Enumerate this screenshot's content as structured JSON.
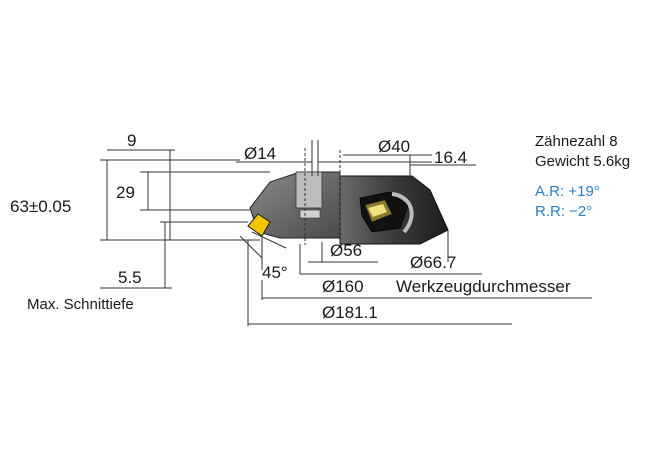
{
  "dimensions": {
    "d9": "9",
    "d29": "29",
    "d63": "63±0.05",
    "d5_5": "5.5",
    "max_depth_label": "Max. Schnittiefe",
    "dia14": "Ø14",
    "dia40": "Ø40",
    "d16_4": "16.4",
    "dia56": "Ø56",
    "dia66_7": "Ø66.7",
    "dia160": "Ø160",
    "tool_diameter_label": "Werkzeugdurchmesser",
    "dia181_1": "Ø181.1",
    "angle45": "45°"
  },
  "specs": {
    "teeth": "Zähnezahl 8",
    "weight": "Gewicht 5.6kg",
    "axial_rake": "A.R: +19°",
    "radial_rake": "R.R: −2°"
  },
  "colors": {
    "accent_blue": "#2a7fc0",
    "insert_yellow": "#f5c400",
    "body_dark": "#2b2b2b",
    "body_mid": "#5a5a5a"
  }
}
